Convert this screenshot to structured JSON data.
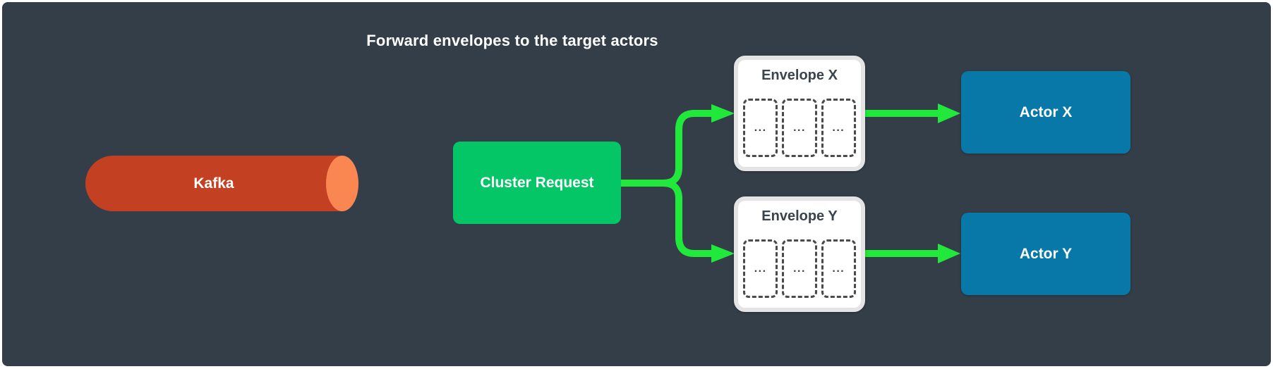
{
  "title": "Forward envelopes to the target actors",
  "nodes": {
    "kafka": {
      "label": "Kafka",
      "shape": "horizontal-cylinder"
    },
    "cluster_request": {
      "label": "Cluster Request"
    },
    "envelope_x": {
      "label": "Envelope X",
      "slots": [
        "...",
        "...",
        "..."
      ]
    },
    "envelope_y": {
      "label": "Envelope Y",
      "slots": [
        "...",
        "...",
        "..."
      ]
    },
    "actor_x": {
      "label": "Actor X"
    },
    "actor_y": {
      "label": "Actor Y"
    }
  },
  "edges": [
    {
      "from": "cluster_request",
      "to": "envelope_x"
    },
    {
      "from": "cluster_request",
      "to": "envelope_y"
    },
    {
      "from": "envelope_x",
      "to": "actor_x"
    },
    {
      "from": "envelope_y",
      "to": "actor_y"
    }
  ],
  "colors": {
    "canvas_background": "#333E48",
    "frame": "#FFFFFF",
    "arrow_green": "#21E93C",
    "cluster_green": "#05C667",
    "actor_blue": "#0778A8",
    "kafka_body_red": "#C44023",
    "kafka_cap_orange": "#FA8752",
    "envelope_border": "#E4E4E4",
    "envelope_background": "#FFFFFF",
    "envelope_title_text": "#3A444E",
    "slot_dash_gray": "#4A4A4A",
    "label_text": "#FFFFFF"
  }
}
